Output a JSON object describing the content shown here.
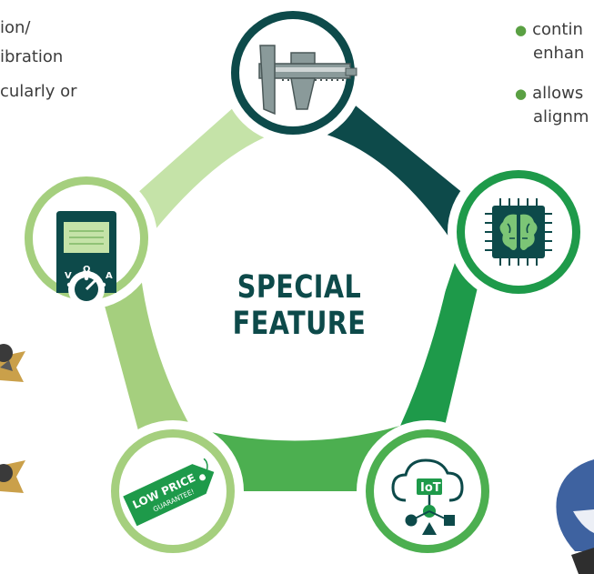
{
  "left_text": {
    "line1": "ion/",
    "line2": "ibration",
    "line3": "cularly or"
  },
  "right_text": {
    "bullet1_line1": "contin",
    "bullet1_line2": "enhan",
    "bullet2_line1": "allows",
    "bullet2_line2": "alignm"
  },
  "center": {
    "line1": "SPECIAL",
    "line2": "FEATURE"
  },
  "nodes": {
    "multimeter": {
      "label_v": "V",
      "label_ohm": "Ω",
      "label_a": "A"
    },
    "price_tag": {
      "line1": "LOW PRICE",
      "line2": "GUARANTEE!"
    },
    "iot": {
      "label": "IoT"
    }
  },
  "colors": {
    "dark_teal": "#0d4a4a",
    "green": "#1e9a4a",
    "mid_green": "#4caf50",
    "light_green": "#a5cf7e",
    "pale_green": "#c5e3a8",
    "bullet": "#5aa043"
  },
  "icons": [
    "caliper-icon",
    "ai-chip-icon",
    "multimeter-icon",
    "price-tag-icon",
    "iot-cloud-icon"
  ]
}
